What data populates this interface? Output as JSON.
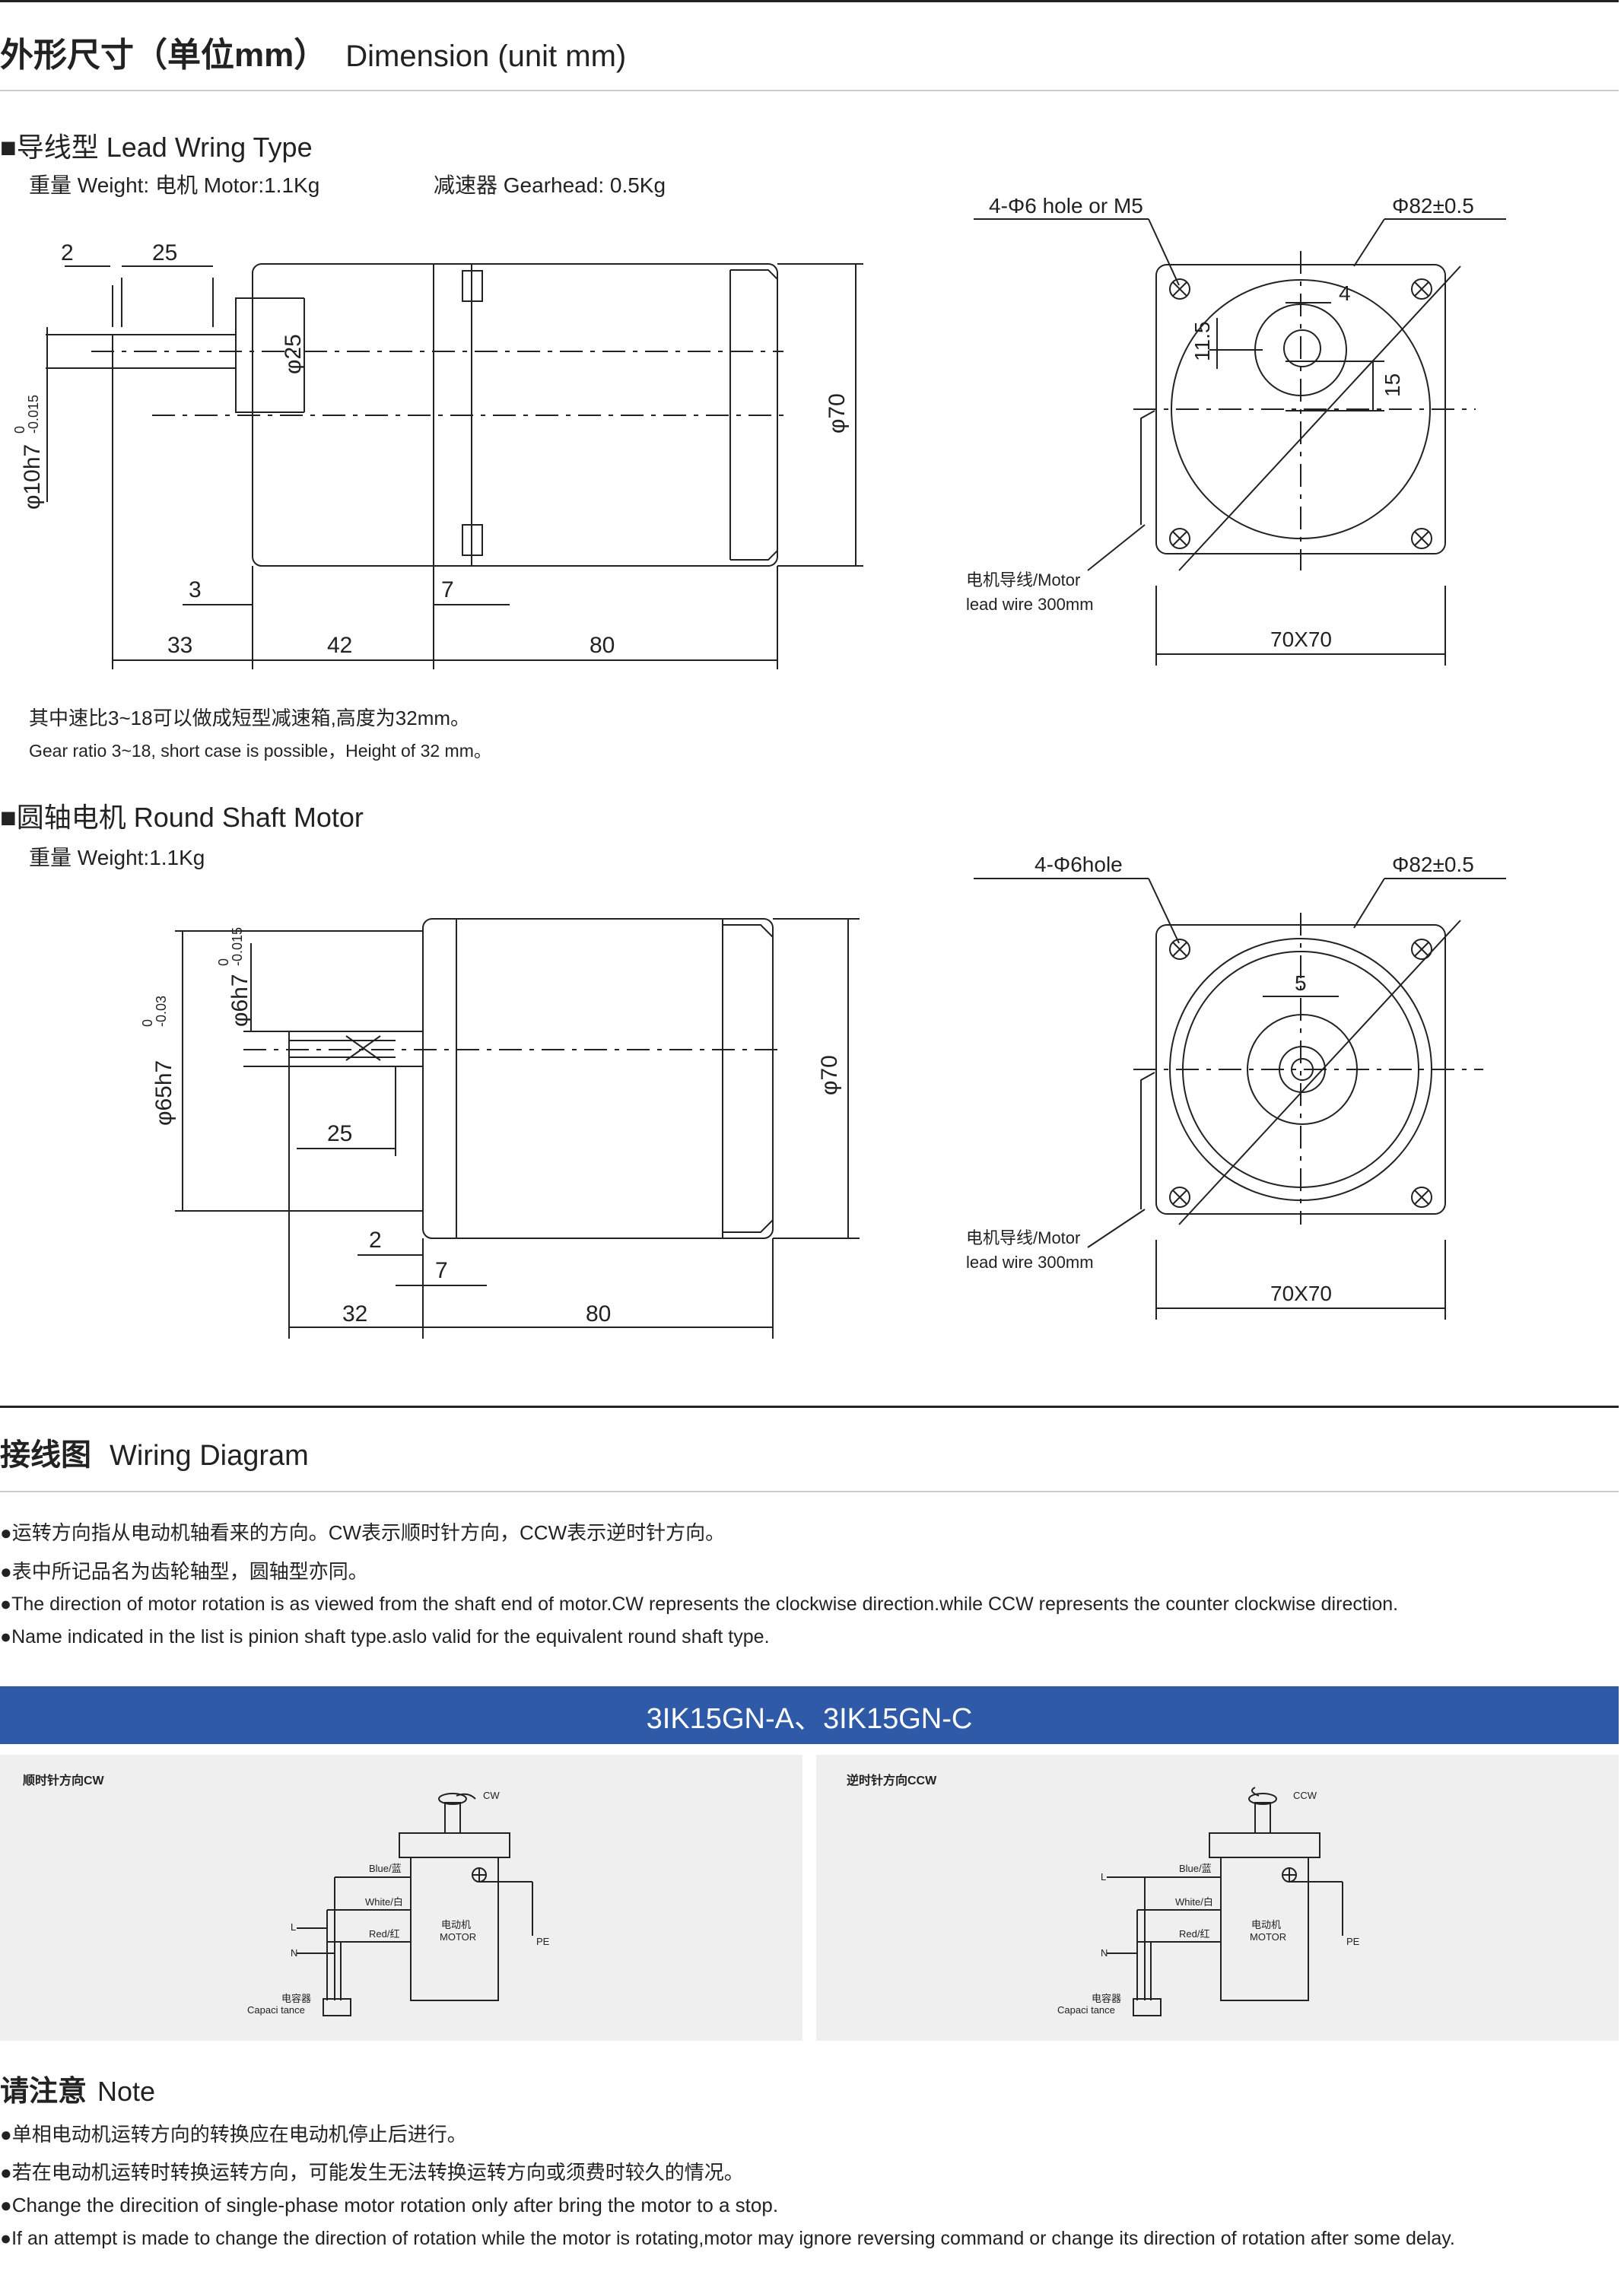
{
  "header": {
    "title_zh": "外形尺寸（单位mm）",
    "title_en": "Dimension (unit mm)"
  },
  "lead_section": {
    "heading": "■导线型 Lead Wring Type",
    "weight_motor": "重量 Weight:  电机 Motor:1.1Kg",
    "weight_gear": "减速器 Gearhead: 0.5Kg",
    "note_zh": "其中速比3~18可以做成短型减速箱,高度为32mm。",
    "note_en": "Gear ratio 3~18, short case is possible，Height of 32 mm。",
    "dims": {
      "d2": "2",
      "d25": "25",
      "phi25": "φ25",
      "phi70": "φ70",
      "phi10": "φ10h7",
      "tol_up": "0",
      "tol_dn": "-0.015",
      "d3": "3",
      "d7": "7",
      "d33": "33",
      "d42": "42",
      "d80": "80"
    },
    "front": {
      "hole": "4-Φ6 hole or M5",
      "pcd": "Φ82±0.5",
      "d4": "4",
      "d11_5": "11.5",
      "d15": "15",
      "wire_zh": "电机导线/Motor",
      "wire_en": "lead wire 300mm",
      "square": "70X70"
    }
  },
  "round_section": {
    "heading": "■圆轴电机 Round Shaft Motor",
    "weight": "重量 Weight:1.1Kg",
    "dims": {
      "phi6": "φ6h7",
      "tol6_up": "0",
      "tol6_dn": "-0.015",
      "phi65": "φ65h7",
      "tol65_up": "0",
      "tol65_dn": "-0.03",
      "phi70": "φ70",
      "d25": "25",
      "d2": "2",
      "d7": "7",
      "d32": "32",
      "d80": "80"
    },
    "front": {
      "hole": "4-Φ6hole",
      "pcd": "Φ82±0.5",
      "d5": "5",
      "wire_zh": "电机导线/Motor",
      "wire_en": "lead wire 300mm",
      "square": "70X70"
    }
  },
  "wiring": {
    "title_zh": "接线图",
    "title_en": "Wiring Diagram",
    "bullets": [
      "●运转方向指从电动机轴看来的方向。CW表示顺时针方向，CCW表示逆时针方向。",
      "●表中所记品名为齿轮轴型，圆轴型亦同。",
      "●The direction of motor rotation is as viewed from the shaft end of motor.CW represents the clockwise direction.while CCW represents the counter clockwise direction.",
      "●Name indicated in the list is pinion shaft type.aslo valid for the equivalent round shaft type."
    ],
    "model_bar": "3IK15GN-A、3IK15GN-C",
    "cw": {
      "label": "顺时针方向CW",
      "arrow": "CW"
    },
    "ccw": {
      "label": "逆时针方向CCW",
      "arrow": "CCW"
    },
    "common": {
      "blue": "Blue/蓝",
      "white": "White/白",
      "red": "Red/红",
      "L": "L",
      "N": "N",
      "motor_zh": "电动机",
      "motor_en": "MOTOR",
      "pe": "PE",
      "cap_zh": "电容器",
      "cap_en": "Capaci tance"
    }
  },
  "note": {
    "title_zh": "请注意",
    "title_en": "Note",
    "items": [
      "●单相电动机运转方向的转换应在电动机停止后进行。",
      "●若在电动机运转时转换运转方向，可能发生无法转换运转方向或须费时较久的情况。",
      "●Change the direcition of single-phase motor rotation only after bring the motor to a stop.",
      "●If an attempt is made to change the direction of rotation while the motor is rotating,motor may ignore reversing command or change its direction of rotation after some delay."
    ]
  }
}
